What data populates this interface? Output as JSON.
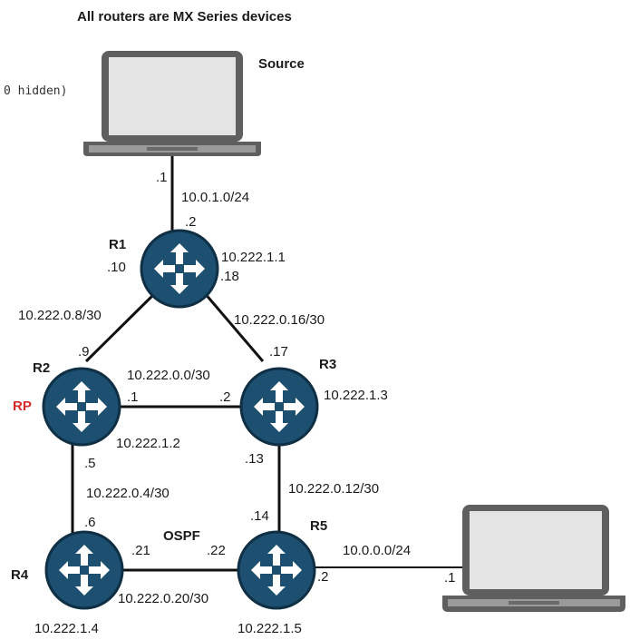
{
  "title": "All routers are MX Series devices",
  "hidden_note": "0 hidden)",
  "colors": {
    "router": "#1d4f70",
    "router_edge": "#0f2f45",
    "rp": "#d42a2a",
    "laptop_screen": "#e3e3e3",
    "laptop_frame": "#585858"
  },
  "icons": {
    "router": "router-icon",
    "host": "laptop-icon"
  },
  "source": {
    "label": "Source",
    "iface": ".1"
  },
  "receiver": {
    "iface": ".1"
  },
  "subnets": {
    "source_lan": "10.0.1.0/24",
    "r1_r2": "10.222.0.8/30",
    "r1_r3": "10.222.0.16/30",
    "r2_r3": "10.222.0.0/30",
    "r2_r4": "10.222.0.4/30",
    "r3_r5": "10.222.0.12/30",
    "r4_r5": "10.222.0.20/30",
    "receiver_lan": "10.0.0.0/24"
  },
  "protocol": "OSPF",
  "routers": {
    "r1": {
      "name": "R1",
      "loopback": "10.222.1.1",
      "if_lan": ".2",
      "if_r2": ".10",
      "if_r3": ".18"
    },
    "r2": {
      "name": "R2",
      "role": "RP",
      "loopback": "10.222.1.2",
      "if_r1": ".9",
      "if_r3": ".1",
      "if_r4": ".5"
    },
    "r3": {
      "name": "R3",
      "loopback": "10.222.1.3",
      "if_r1": ".17",
      "if_r2": ".2",
      "if_r5": ".13"
    },
    "r4": {
      "name": "R4",
      "loopback": "10.222.1.4",
      "if_r2": ".6",
      "if_r5": ".21"
    },
    "r5": {
      "name": "R5",
      "loopback": "10.222.1.5",
      "if_r3": ".14",
      "if_r4": ".22",
      "if_lan": ".2"
    }
  }
}
